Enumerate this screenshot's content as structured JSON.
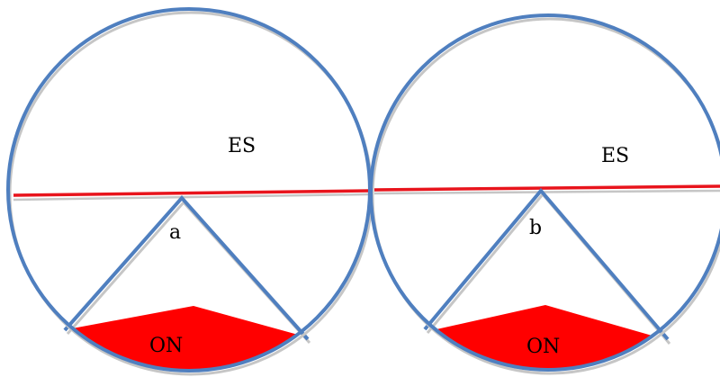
{
  "diagrams": [
    {
      "region_label": "ES",
      "angle_label": "a",
      "segment_label": "ON"
    },
    {
      "region_label": "ES",
      "angle_label": "b",
      "segment_label": "ON"
    }
  ],
  "colors": {
    "circle": "#4f7fbf",
    "horizontal_line": "#e8141c",
    "segment_fill": "#ff0000",
    "shadow": "#c6c6c6",
    "text": "#000000"
  }
}
